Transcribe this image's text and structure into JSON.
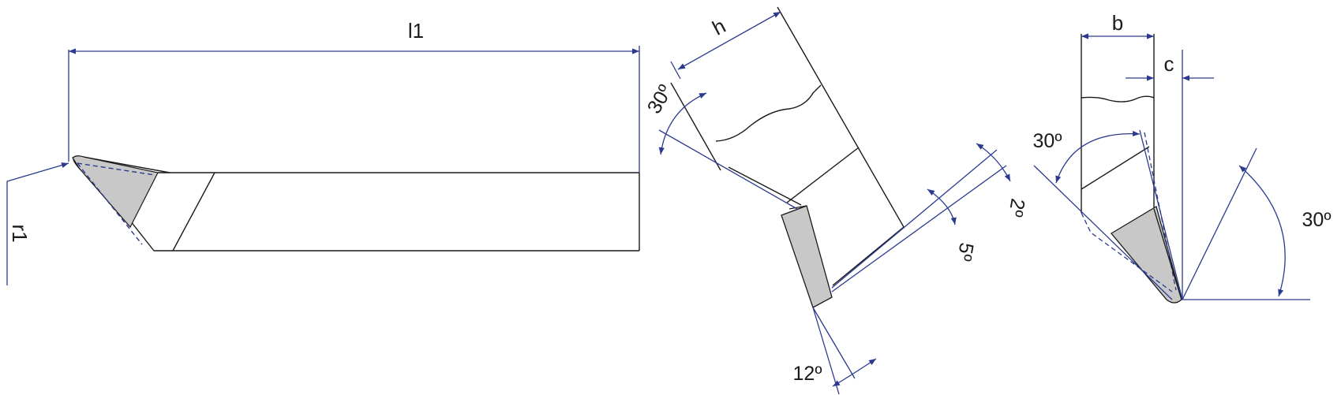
{
  "colors": {
    "dimension": "#2b3a8e",
    "outline": "#1a1a1a",
    "insert_fill": "#c8c8c8",
    "background": "#ffffff"
  },
  "side_view": {
    "length_label": "l1",
    "radius_label": "r1"
  },
  "front_view": {
    "height_label": "h",
    "angle_top": "30º",
    "angle_bottom": "12º",
    "angle_relief_1": "5º",
    "angle_relief_2": "2º"
  },
  "end_view": {
    "width_label": "b",
    "offset_label": "c",
    "angle_left": "30º",
    "angle_right": "30º"
  }
}
